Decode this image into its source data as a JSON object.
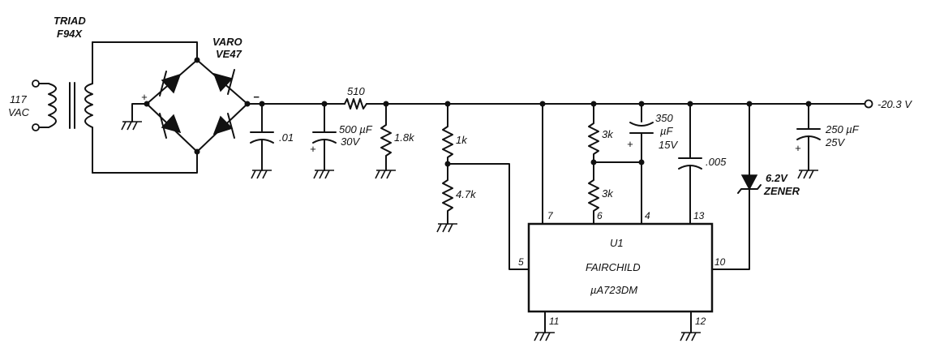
{
  "transformer": {
    "name": "TRIAD",
    "part": "F94X"
  },
  "input": {
    "voltage": "117",
    "unit": "VAC"
  },
  "bridge": {
    "name": "VARO",
    "part": "VE47",
    "plus": "+",
    "minus": "−"
  },
  "c_in": {
    "value": ".01"
  },
  "r_series": {
    "value": "510"
  },
  "c_500": {
    "value": "500 µF",
    "voltage": "30V",
    "polarity": "+"
  },
  "r_1_8k": {
    "value": "1.8k"
  },
  "r_1k": {
    "value": "1k"
  },
  "r_4_7k": {
    "value": "4.7k"
  },
  "r_3k_top": {
    "value": "3k"
  },
  "r_3k_bot": {
    "value": "3k"
  },
  "c_350": {
    "value": "350",
    "unit": "µF",
    "voltage": "15V",
    "polarity": "+"
  },
  "c_005": {
    "value": ".005"
  },
  "zener": {
    "voltage": "6.2V",
    "type": "ZENER"
  },
  "c_250": {
    "value": "250 µF",
    "voltage": "25V",
    "polarity": "+"
  },
  "output": {
    "label": "-20.3  V"
  },
  "ic": {
    "ref": "U1",
    "maker": "FAIRCHILD",
    "part": "µA723DM"
  },
  "pins": {
    "p7": "7",
    "p6": "6",
    "p4": "4",
    "p13": "13",
    "p5": "5",
    "p10": "10",
    "p11": "11",
    "p12": "12"
  }
}
